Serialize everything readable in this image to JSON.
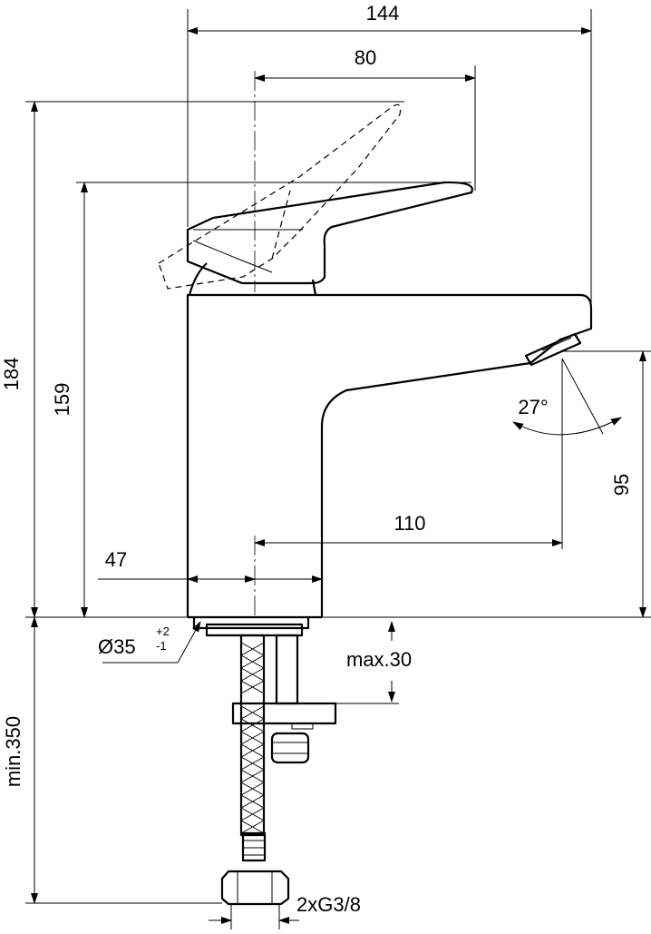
{
  "dimensions": {
    "overall_width": "144",
    "lever_reach": "80",
    "total_height": "184",
    "body_height": "159",
    "spout_height": "95",
    "spout_projection": "110",
    "base_width": "47",
    "hole_diameter": "Ø35",
    "hole_tol_upper": "+2",
    "hole_tol_lower": "-1",
    "max_thickness": "max.30",
    "hose_length": "min.350",
    "thread": "2xG3/8",
    "aerator_angle": "27°"
  }
}
